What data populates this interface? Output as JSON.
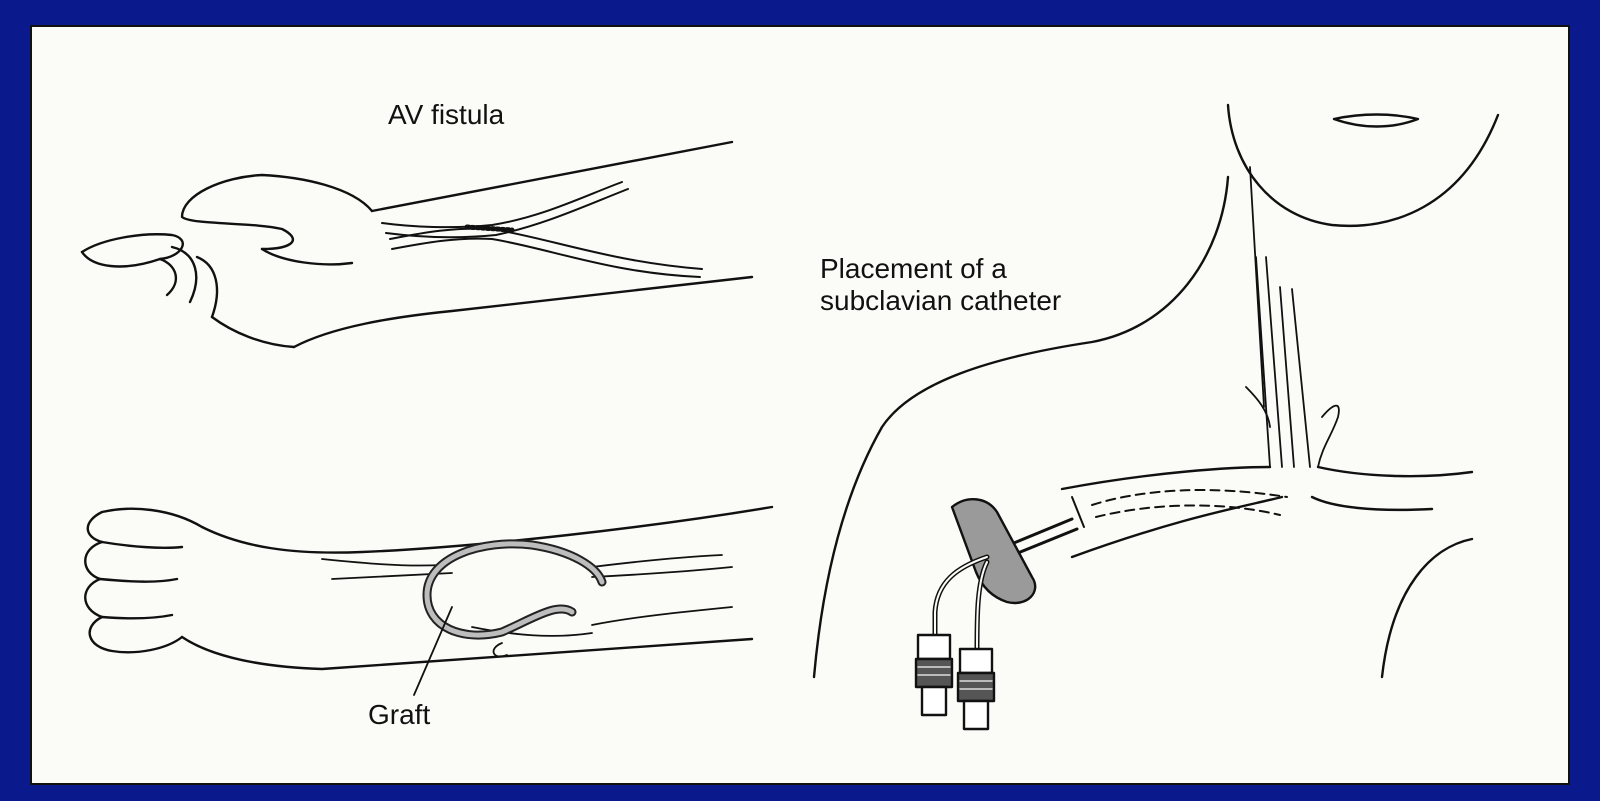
{
  "labels": {
    "av_fistula": "AV fistula",
    "catheter_line1": "Placement of a",
    "catheter_line2": "subclavian catheter",
    "graft": "Graft"
  },
  "colors": {
    "background": "#0a1a8c",
    "paper": "#fbfbf8",
    "ink": "#111111"
  }
}
